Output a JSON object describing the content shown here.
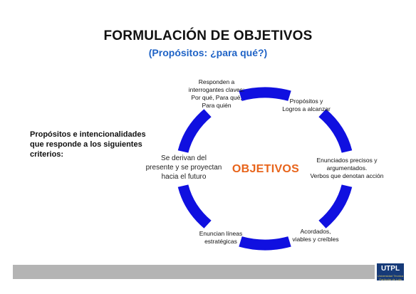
{
  "title": "FORMULACIÓN DE OBJETIVOS",
  "subtitle": "(Propósitos: ¿para qué?)",
  "side_note": "Propósitos e intencionalidades que responde a los siguientes criterios:",
  "center_label": "OBJETIVOS",
  "nodes": [
    "Responden a\ninterrogantes claves:\nPor qué, Para qué,\nPara quién",
    "Propósitos y\nLogros a alcanzar",
    "Enunciados precisos y\nargumentados.\nVerbos que denotan acción",
    "Acordados,\nviables y creíbles",
    "Enuncian líneas\nestratégicas",
    "Se derivan del\npresente y se proyectan\nhacia el futuro"
  ],
  "footer": {
    "logo_text": "UTPL",
    "logo_subtext": "Universidad Técnica Particular de Loja"
  },
  "colors": {
    "arc": "#1010e0",
    "subtitle": "#1f63c6",
    "center": "#e8641b",
    "footer_bar": "#b4b4b4",
    "logo_bg": "#163a78"
  }
}
